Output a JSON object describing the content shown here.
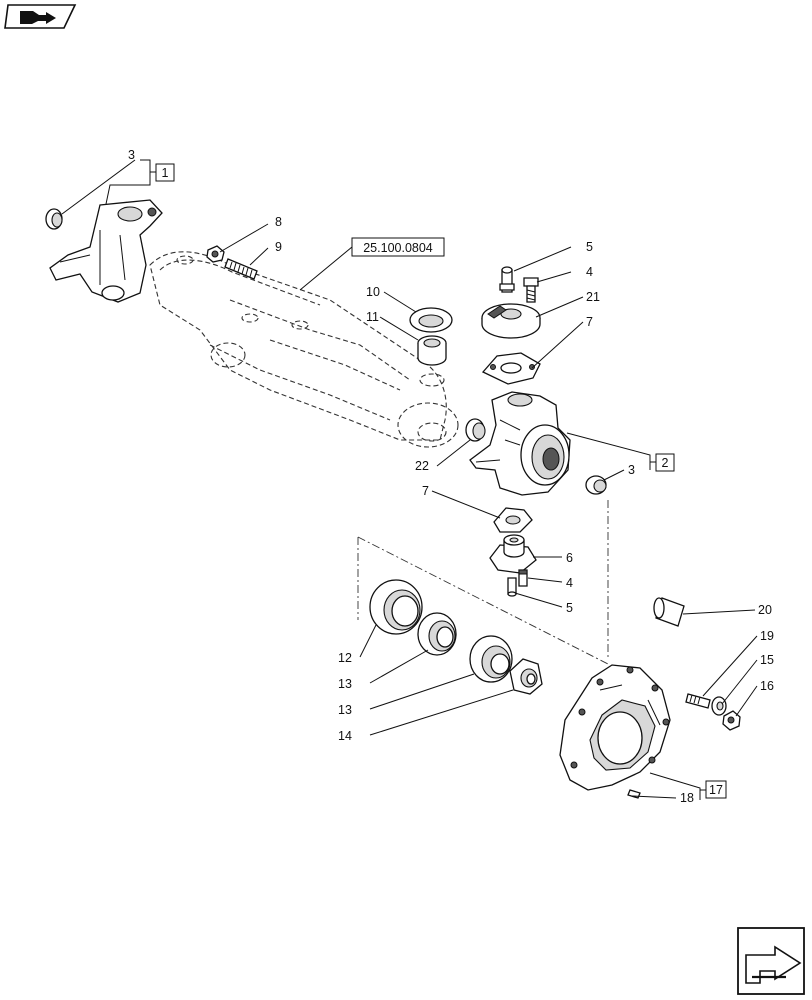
{
  "callouts": {
    "c3a": "3",
    "c8": "8",
    "c9": "9",
    "c10": "10",
    "c11": "11",
    "c5a": "5",
    "c4a": "4",
    "c21": "21",
    "c7a": "7",
    "c22": "22",
    "c3b": "3",
    "c7b": "7",
    "c6": "6",
    "c4b": "4",
    "c5b": "5",
    "c20": "20",
    "c19": "19",
    "c15": "15",
    "c16": "16",
    "c12": "12",
    "c13a": "13",
    "c13b": "13",
    "c14": "14",
    "c18": "18"
  },
  "boxes": {
    "b1": "1",
    "b2": "2",
    "b17": "17",
    "ref": "25.100.0804"
  },
  "icons": {
    "top_left": "book-arrow-icon",
    "bottom_right": "next-page-arrow-icon"
  }
}
